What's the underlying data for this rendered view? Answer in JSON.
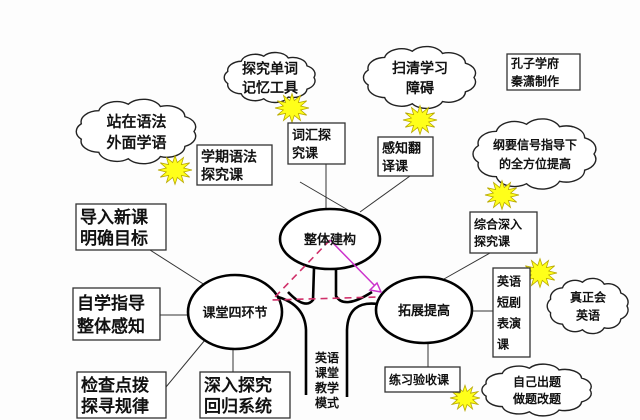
{
  "center": {
    "label": "整体建构"
  },
  "left_hub": {
    "label": "课堂四环节"
  },
  "right_hub": {
    "label": "拓展提高"
  },
  "trunk_label": [
    "英语",
    "课堂",
    "教学",
    "模式"
  ],
  "left_boxes": [
    {
      "lines": [
        "导入新课",
        "明确目标"
      ]
    },
    {
      "lines": [
        "自学指导",
        "整体感知"
      ]
    },
    {
      "lines": [
        "检查点拨",
        "探寻规律"
      ]
    },
    {
      "lines": [
        "深入探究",
        "回归系统"
      ]
    }
  ],
  "top_boxes": [
    {
      "lines": [
        "学期语法",
        "探究课"
      ]
    },
    {
      "lines": [
        "词汇探",
        "究课"
      ]
    },
    {
      "lines": [
        "感知翻",
        "译课"
      ]
    }
  ],
  "right_boxes": [
    {
      "lines": [
        "综合深入",
        "探究课"
      ]
    },
    {
      "lines": [
        "英语",
        "短剧",
        "表演",
        "课"
      ]
    },
    {
      "lines": [
        "练习验收课"
      ]
    }
  ],
  "credit": {
    "lines": [
      "孔子学府",
      "秦潇制作"
    ]
  },
  "clouds": [
    {
      "lines": [
        "站在语法",
        "外面学语"
      ]
    },
    {
      "lines": [
        "探究单词",
        "记忆工具"
      ]
    },
    {
      "lines": [
        "扫清学习",
        "障碍"
      ]
    },
    {
      "lines": [
        "纲要信号指导下",
        "的全方位提高"
      ]
    },
    {
      "lines": [
        "真正会",
        "英语"
      ]
    },
    {
      "lines": [
        "自己出题",
        "做题改题"
      ]
    }
  ],
  "colors": {
    "star": "#ffff1a",
    "dashed": "#d0306a",
    "arrow": "#cc33cc"
  }
}
